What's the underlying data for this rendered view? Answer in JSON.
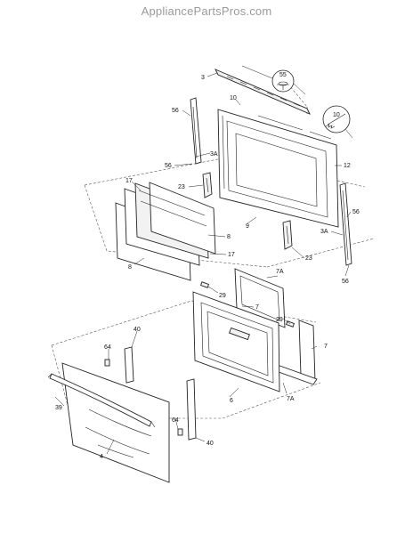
{
  "header": {
    "watermark": "AppliancePartsPros.com"
  },
  "labels": {
    "l3": "3",
    "l55": "55",
    "l10a": "10",
    "l10b": "10",
    "l56a": "56",
    "l3A_a": "3A",
    "l56b": "56",
    "l12": "12",
    "l17a": "17",
    "l23a": "23",
    "l8a": "8",
    "l9": "9",
    "l17b": "17",
    "l23b": "23",
    "l8b": "8",
    "l56c": "56",
    "l3A_b": "3A",
    "l56d": "56",
    "l7A_a": "7A",
    "l29a": "29",
    "l7a": "7",
    "l29b": "29",
    "l7b": "7",
    "l64a": "64",
    "l40a": "40",
    "l6": "6",
    "l7A_b": "7A",
    "l39": "39",
    "l64b": "64",
    "l40b": "40",
    "l4": "4"
  }
}
